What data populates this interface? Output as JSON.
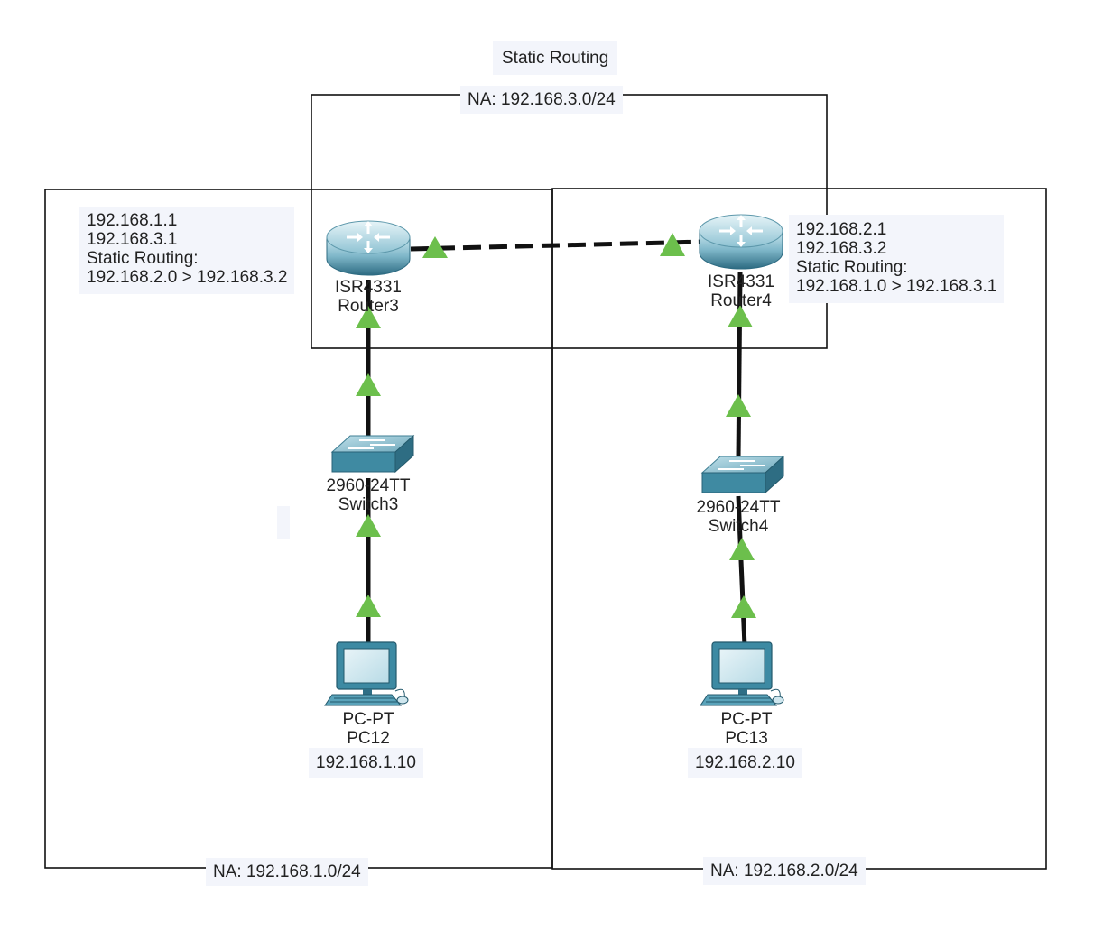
{
  "diagram": {
    "title": "Static Routing",
    "networks": {
      "top": "NA: 192.168.3.0/24",
      "left": "NA: 192.168.1.0/24",
      "right": "NA: 192.168.2.0/24"
    },
    "router3": {
      "model": "ISR4331",
      "name": "Router3",
      "notes": [
        "192.168.1.1",
        "192.168.3.1",
        "Static Routing:",
        "192.168.2.0 > 192.168.3.2"
      ]
    },
    "router4": {
      "model": "ISR4331",
      "name": "Router4",
      "notes": [
        "192.168.2.1",
        "192.168.3.2",
        "Static Routing:",
        "192.168.1.0 > 192.168.3.1"
      ]
    },
    "switch3": {
      "model": "2960-24TT",
      "name": "Switch3"
    },
    "switch4": {
      "model": "2960-24TT",
      "name": "Switch4"
    },
    "pc12": {
      "model": "PC-PT",
      "name": "PC12",
      "ip": "192.168.1.10"
    },
    "pc13": {
      "model": "PC-PT",
      "name": "PC13",
      "ip": "192.168.2.10"
    },
    "colors": {
      "link_up": "#6cbf4c",
      "device_body": "#5a9fb5",
      "device_dark": "#2f6f86",
      "device_light": "#bfe3ee"
    }
  }
}
